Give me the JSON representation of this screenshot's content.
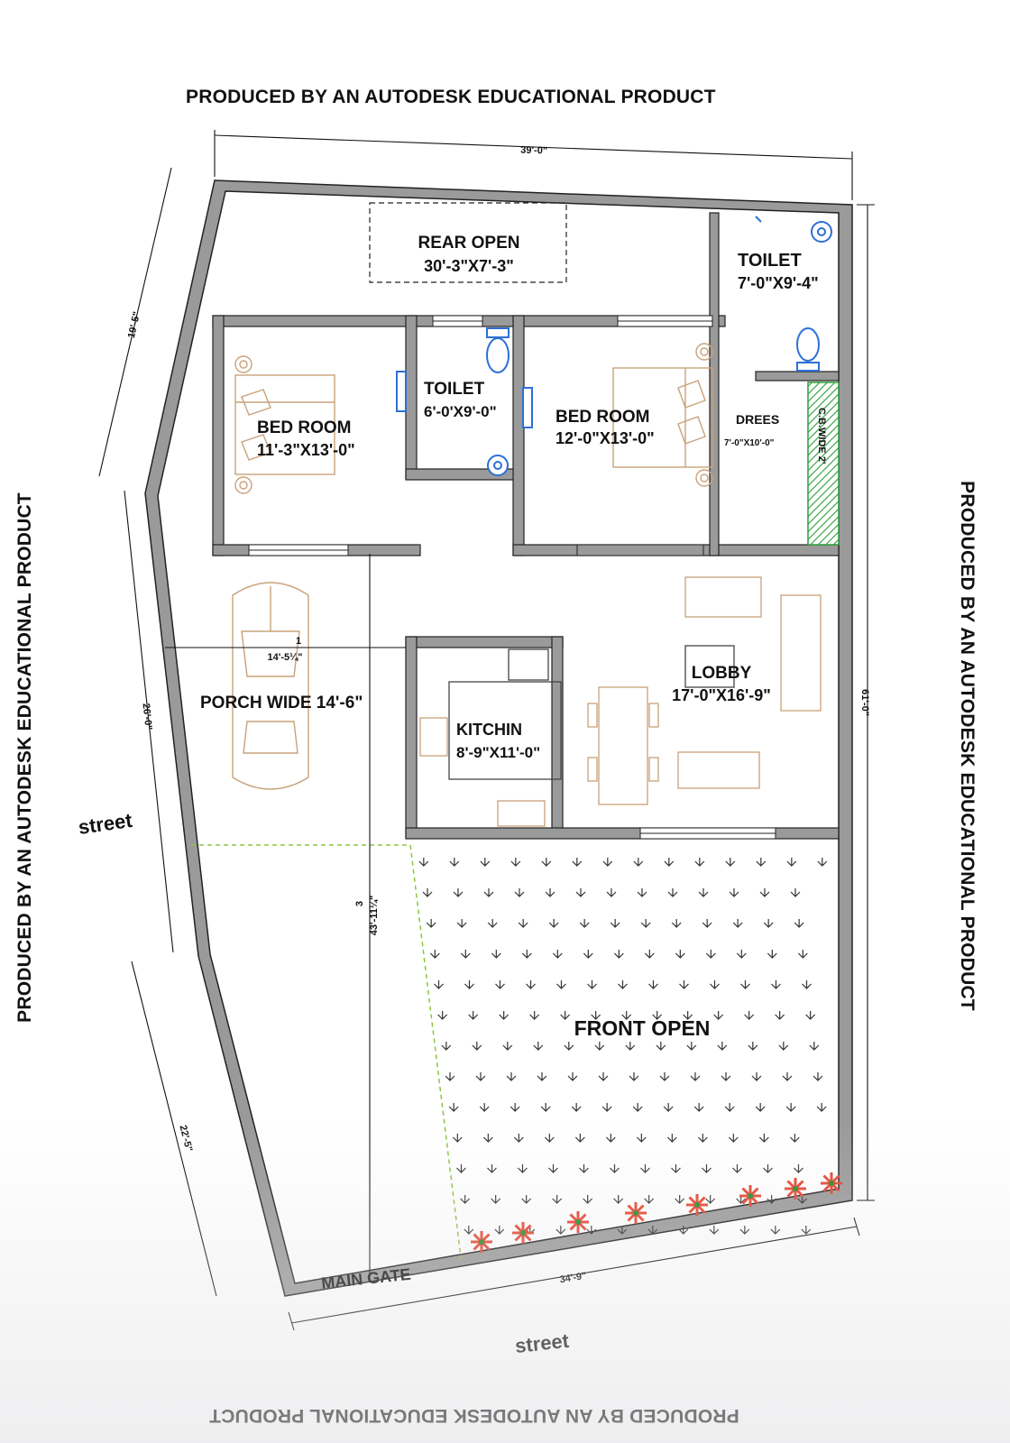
{
  "watermark": "PRODUCED BY AN AUTODESK EDUCATIONAL PRODUCT",
  "rooms": {
    "rear_open": {
      "name": "REAR OPEN",
      "size": "30'-3\"X7'-3\""
    },
    "toilet_right": {
      "name": "TOILET",
      "size": "7'-0\"X9'-4\""
    },
    "bed_left": {
      "name": "BED ROOM",
      "size": "11'-3\"X13'-0\""
    },
    "toilet_mid": {
      "name": "TOILET",
      "size": "6'-0'X9'-0\""
    },
    "bed_right": {
      "name": "BED ROOM",
      "size": "12'-0\"X13'-0\""
    },
    "dress": {
      "name": "DREES",
      "size": "7'-0\"X10'-0\""
    },
    "cb": {
      "name": "C.B.WIDE 2'"
    },
    "porch": {
      "name": "PORCH WIDE 14'-6\""
    },
    "kitchen": {
      "name": "KITCHIN",
      "size": "8'-9\"X11'-0\""
    },
    "lobby": {
      "name": "LOBBY",
      "size": "17'-0\"X16'-9\""
    },
    "front_open": {
      "name": "FRONT OPEN"
    },
    "main_gate": {
      "name": "MAIN GATE"
    }
  },
  "dimensions": {
    "top": "39'-0\"",
    "right": "61'-0\"",
    "bottom": "34'-9\"",
    "left_upper": "19'-5\"",
    "left_middle": "26'-0\"",
    "left_lower": "22'-5\"",
    "porch_width": "14'-5¼\"",
    "porch_width_marker": "1",
    "depth": "43'-11¼\"",
    "depth_marker": "3"
  },
  "streets": {
    "left": "street",
    "bottom": "street"
  },
  "colors": {
    "wall": "#9a9a9a",
    "wall_edge": "#222222",
    "fixture": "#2d6fd6",
    "furniture": "#c9a27a",
    "flower": "#e8452f",
    "cupboard": "#5cc65c",
    "lawn_boundary": "#8cc63f"
  }
}
